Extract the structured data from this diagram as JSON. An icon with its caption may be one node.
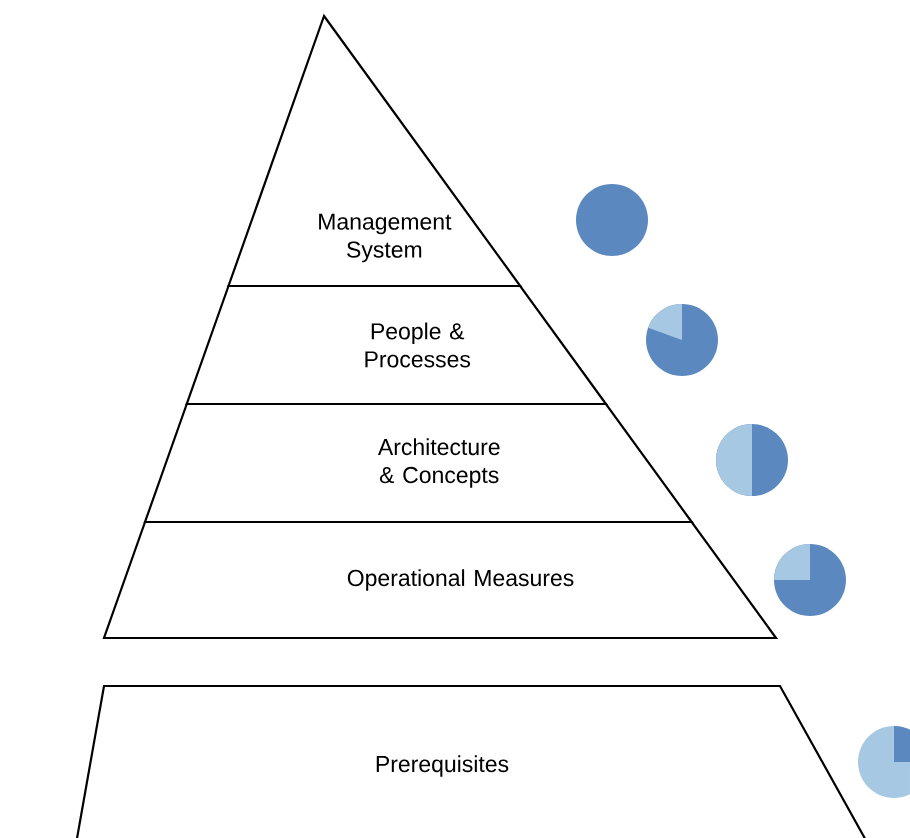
{
  "diagram": {
    "nodes": [
      {
        "text": [
          "Management System"
        ]
      },
      {
        "text": [
          "People & Processes"
        ]
      },
      {
        "text": [
          "Architecture & Concepts"
        ]
      },
      {
        "text": [
          "Operational Measures"
        ]
      },
      {
        "text": [
          "Prerequisites"
        ]
      }
    ]
  }
}
